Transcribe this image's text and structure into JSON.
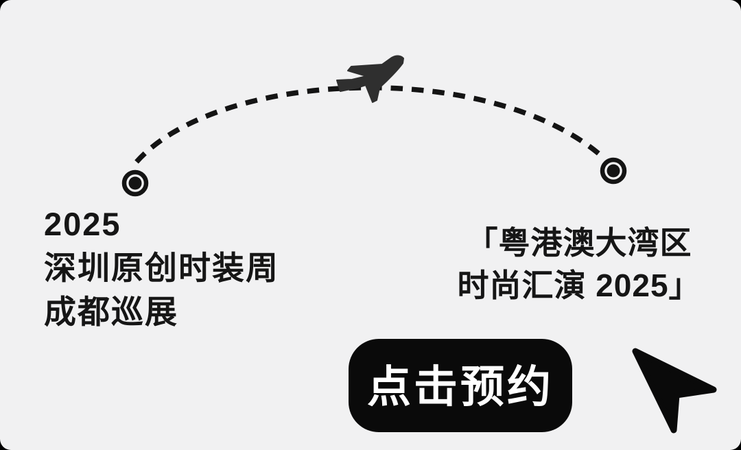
{
  "canvas": {
    "background": "#f1f1f2",
    "corner_background": "#000000",
    "ink": "#141414",
    "plane_color": "#2f2f2f"
  },
  "flight_map": {
    "plane_icon": "airplane-takeoff-icon",
    "path_style": "dashed-arc",
    "origin": {
      "marker_icon": "bullseye-dot-icon",
      "lines": [
        "2025",
        "深圳原创时装周",
        "成都巡展"
      ]
    },
    "destination": {
      "marker_icon": "bullseye-dot-icon",
      "lines": [
        "「粤港澳大湾区",
        "时尚汇演 2025」"
      ]
    }
  },
  "cta": {
    "label": "点击预约",
    "background": "#0a0a0a",
    "text_color": "#ffffff",
    "cursor_icon": "mouse-pointer-icon"
  }
}
